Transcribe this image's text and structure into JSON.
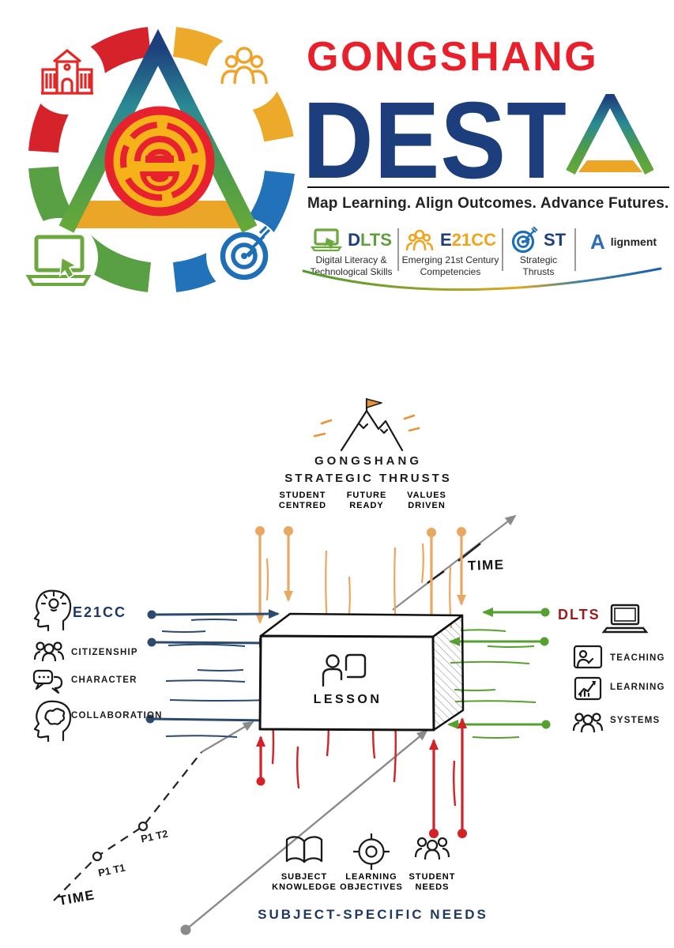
{
  "header": {
    "brand_top": "GONGSHANG",
    "brand_main": "DEST",
    "brand_stylized_letter": "A",
    "tagline": "Map Learning. Align Outcomes. Advance Futures.",
    "legend": [
      {
        "abbr_prefix": "D",
        "abbr_rest": "LTS",
        "desc1": "Digital Literacy &",
        "desc2": "Technological Skills",
        "icon": "laptop-icon"
      },
      {
        "abbr_prefix": "E",
        "abbr_rest": "21CC",
        "desc1": "Emerging 21st Century",
        "desc2": "Competencies",
        "icon": "people-icon"
      },
      {
        "abbr_prefix": "ST",
        "abbr_rest": "",
        "desc1": "Strategic",
        "desc2": "Thrusts",
        "icon": "target-icon"
      },
      {
        "abbr_prefix": "A",
        "abbr_rest": "lignment",
        "icon": ""
      }
    ]
  },
  "diagram": {
    "strategic": {
      "title1": "GONGSHANG",
      "title2": "STRATEGIC THRUSTS",
      "pillars": [
        {
          "l1": "STUDENT",
          "l2": "CENTRED"
        },
        {
          "l1": "FUTURE",
          "l2": "READY"
        },
        {
          "l1": "VALUES",
          "l2": "DRIVEN"
        }
      ]
    },
    "e21cc": {
      "title": "E21CC",
      "items": [
        "CITIZENSHIP",
        "CHARACTER",
        "COLLABORATION"
      ]
    },
    "dlts": {
      "title": "DLTS",
      "items": [
        "TEACHING",
        "LEARNING",
        "SYSTEMS"
      ]
    },
    "lesson": "LESSON",
    "time": {
      "top": "TIME",
      "bottom": "TIME",
      "markers": [
        "P1 T1",
        "P1 T2"
      ]
    },
    "subject": {
      "title": "SUBJECT-SPECIFIC NEEDS",
      "cols": [
        {
          "l1": "SUBJECT",
          "l2": "KNOWLEDGE"
        },
        {
          "l1": "LEARNING",
          "l2": "OBJECTIVES"
        },
        {
          "l1": "STUDENT",
          "l2": "NEEDS"
        }
      ]
    }
  },
  "colors": {
    "brand_red": "#E8202C",
    "brand_navy": "#1C3E7C",
    "brand_green": "#5FA03C",
    "brand_gold": "#EBA527",
    "brand_teal": "#2B8C96",
    "brand_blue": "#1E6FB5",
    "alignment_blue": "#2E6DB4",
    "dlts_label_red": "#9E1B1B",
    "e21cc_label_navy": "#1F3864",
    "arrow_orange": "#E9A861",
    "arrow_navy": "#2C4A6E",
    "arrow_green": "#55A02F",
    "arrow_red": "#D42027",
    "arrow_gray": "#8A8A8A",
    "emblem_red": "#E8212E",
    "emblem_yellow": "#F7B219"
  }
}
